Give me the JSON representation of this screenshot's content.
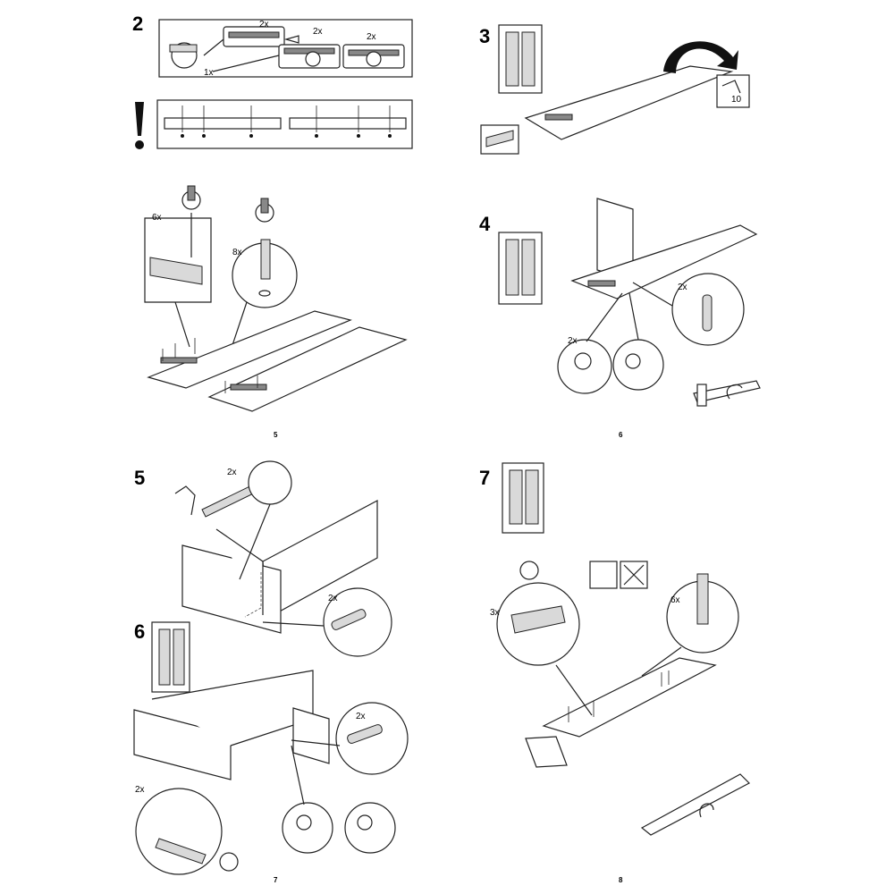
{
  "left_page": {
    "page_number": "5",
    "steps": [
      {
        "number": "2",
        "labels": [
          "2x",
          "2x",
          "2x",
          "1x"
        ]
      },
      {
        "number": "",
        "labels": [
          "6x",
          "8x"
        ]
      },
      {
        "number": "5",
        "labels": [
          "2x",
          "2x"
        ]
      },
      {
        "number": "6",
        "labels": [
          "2x",
          "2x"
        ]
      }
    ],
    "bottom_page_number": "7"
  },
  "right_page": {
    "page_number": "6",
    "steps": [
      {
        "number": "3",
        "labels": [
          "10"
        ]
      },
      {
        "number": "4",
        "labels": [
          "2x",
          "2x"
        ]
      },
      {
        "number": "7",
        "labels": [
          "3x",
          "6x"
        ]
      }
    ],
    "bottom_page_number": "8"
  },
  "icons": [
    "warning-exclamation-icon",
    "turn-over-arrow-icon",
    "rotate-arrow-icon",
    "screw-icon",
    "no-screw-icon",
    "screwdriver-icon"
  ]
}
